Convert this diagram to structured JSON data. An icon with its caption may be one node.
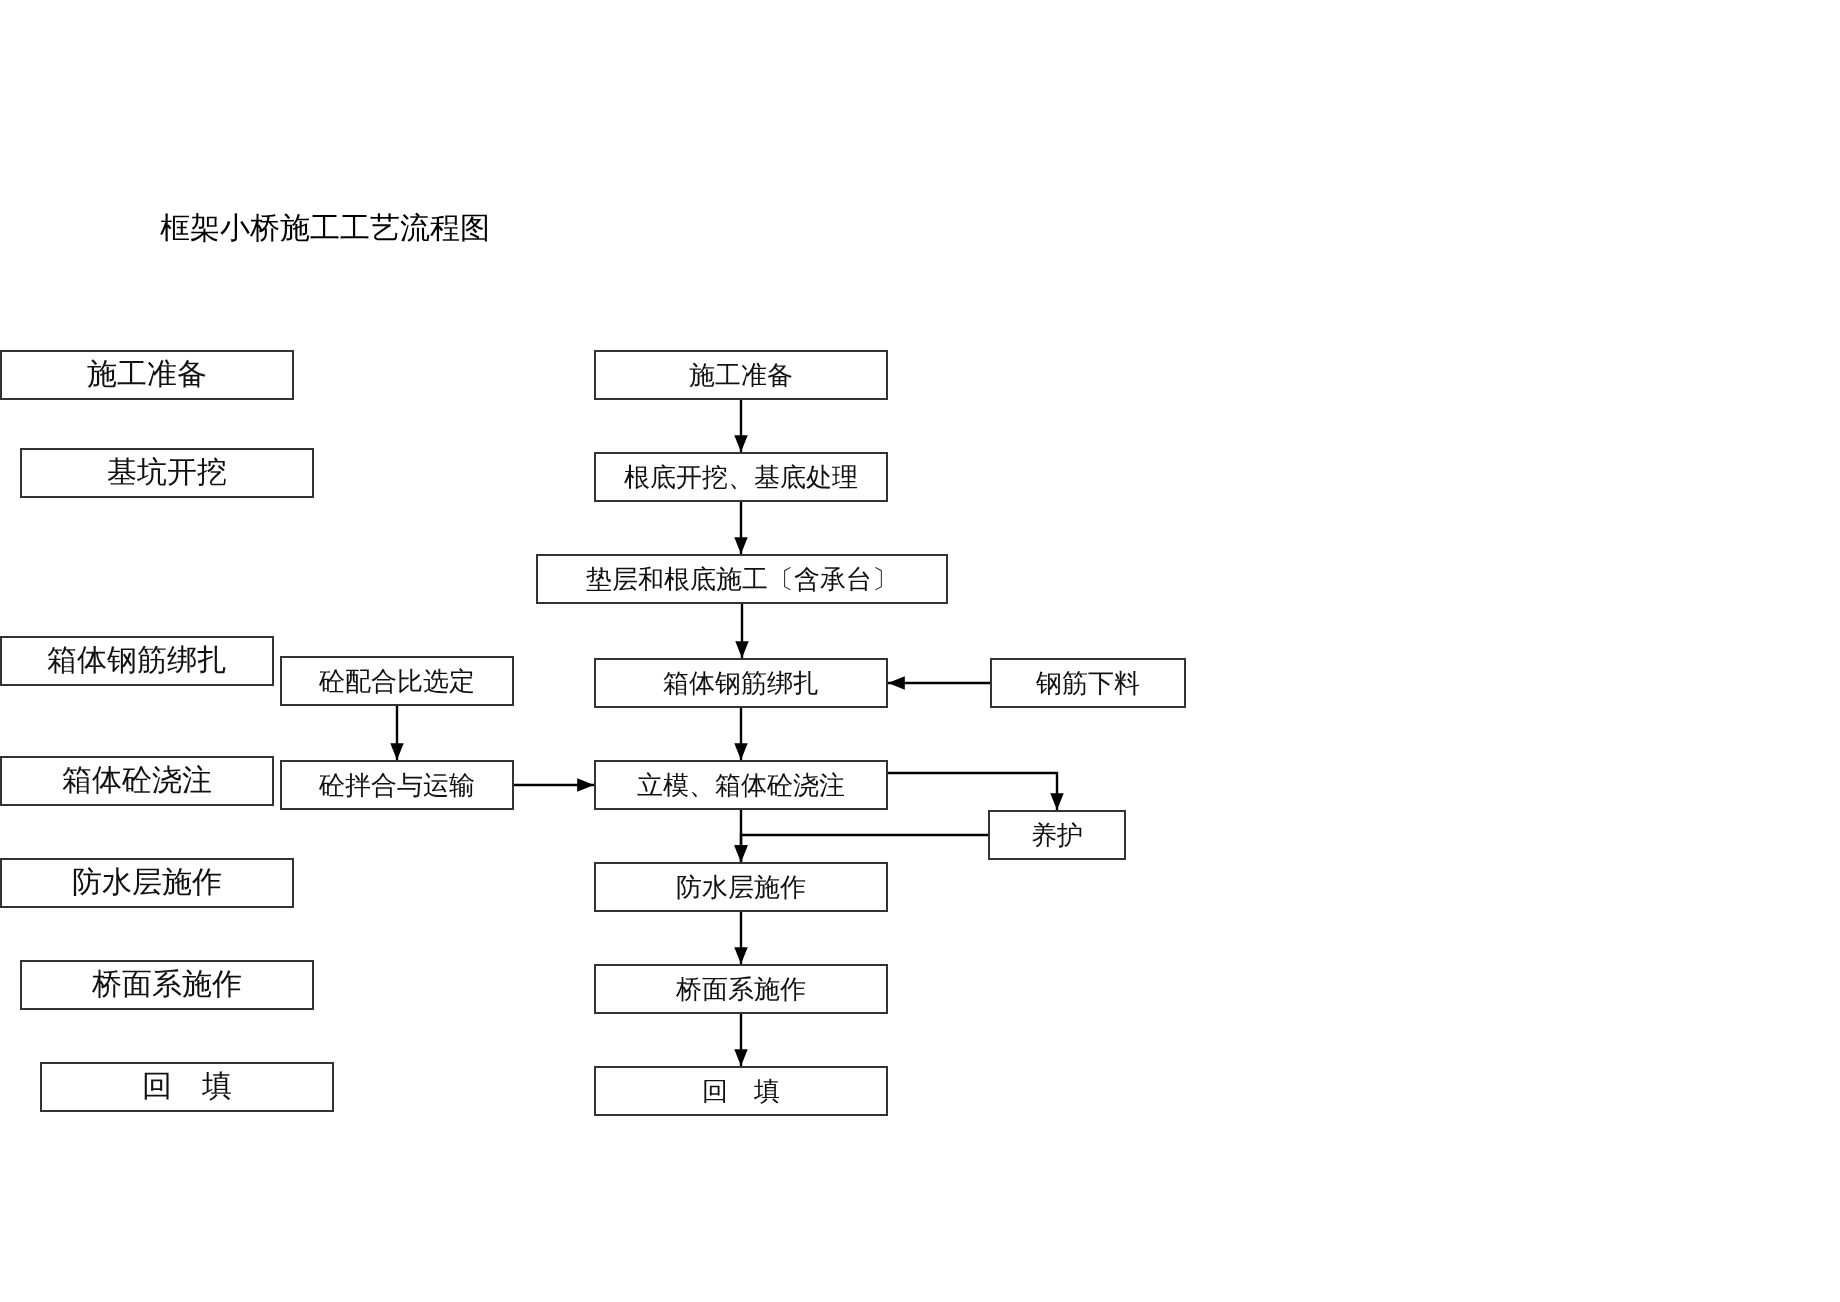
{
  "diagram": {
    "title": "框架小桥施工工艺流程图",
    "nodes": [
      {
        "text": [
          "施工准备"
        ]
      },
      {
        "text": [
          "基坑开挖"
        ]
      },
      {
        "text": [
          "箱体钢筋绑扎"
        ]
      },
      {
        "text": [
          "箱体砼浇注"
        ]
      },
      {
        "text": [
          "防水层施作"
        ]
      },
      {
        "text": [
          "桥面系施作"
        ]
      },
      {
        "text": [
          "回　填"
        ]
      },
      {
        "text": [
          "施工准备"
        ]
      },
      {
        "text": [
          "根底开挖、基底处理"
        ]
      },
      {
        "text": [
          "垫层和根底施工〔含承台〕"
        ]
      },
      {
        "text": [
          "砼配合比选定"
        ]
      },
      {
        "text": [
          "箱体钢筋绑扎"
        ]
      },
      {
        "text": [
          "钢筋下料"
        ]
      },
      {
        "text": [
          "砼拌合与运输"
        ]
      },
      {
        "text": [
          "立模、箱体砼浇注"
        ]
      },
      {
        "text": [
          "养护"
        ]
      },
      {
        "text": [
          "防水层施作"
        ]
      },
      {
        "text": [
          "桥面系施作"
        ]
      },
      {
        "text": [
          "回　填"
        ]
      }
    ],
    "edges": [
      {
        "from": 7,
        "to": 8,
        "arrow": "to"
      },
      {
        "from": 8,
        "to": 9,
        "arrow": "to"
      },
      {
        "from": 9,
        "to": 11,
        "arrow": "to"
      },
      {
        "from": 12,
        "to": 11,
        "arrow": "to"
      },
      {
        "from": 11,
        "to": 14,
        "arrow": "to"
      },
      {
        "from": 10,
        "to": 13,
        "arrow": "to"
      },
      {
        "from": 13,
        "to": 14,
        "arrow": "to"
      },
      {
        "from": 14,
        "to": 15,
        "arrow": "to"
      },
      {
        "from": 14,
        "to": 16,
        "arrow": "to"
      },
      {
        "from": 15,
        "to": 16,
        "arrow": "to"
      },
      {
        "from": 16,
        "to": 17,
        "arrow": "to"
      },
      {
        "from": 17,
        "to": 18,
        "arrow": "to"
      }
    ]
  }
}
